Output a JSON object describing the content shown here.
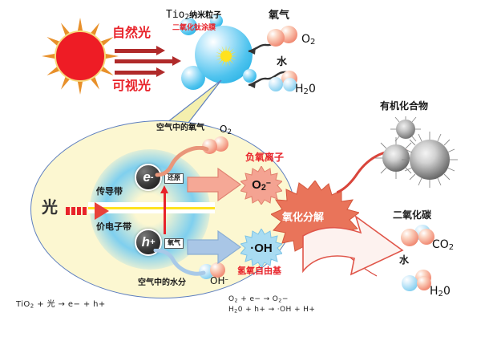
{
  "diagram": {
    "title_alt": "TiO2 photocatalysis diagram",
    "sunlight": {
      "natural_light": "自然光",
      "visible_light": "可视光"
    },
    "particle": {
      "formula_main": "Tio",
      "formula_sub": "2",
      "formula_suffix": "纳米粒子",
      "coating": "二氧化钛涂膜"
    },
    "inputs": [
      {
        "cn": "氧气",
        "formula_main": "O",
        "formula_sub": "2"
      },
      {
        "cn": "水",
        "formula_main": "H",
        "formula_sub": "2",
        "formula_tail": "0"
      }
    ],
    "oval": {
      "light_label": "光",
      "conduction_band": "传导带",
      "valence_band": "价电子带",
      "electron": "e",
      "electron_sup": "-",
      "hole": "h",
      "hole_sup": "+",
      "reduction_box": "还原",
      "oxygen_box": "氧气",
      "air_oxygen": "空气中的氧气",
      "air_oxygen_formula_main": "O",
      "air_oxygen_formula_sub": "2",
      "air_moisture": "空气中的水分",
      "air_moisture_formula_main": "OH",
      "air_moisture_formula_sup": "–"
    },
    "products_radicals": {
      "superoxide_label": "负氧离子",
      "superoxide_formula_main": "O",
      "superoxide_formula_sub": "2",
      "superoxide_formula_sup": "–",
      "hydroxyl_formula": "·OH",
      "hydroxyl_label": "氢氧自由基"
    },
    "oxidation_burst": "氧化分解",
    "organic": {
      "label": "有机化合物"
    },
    "outputs": [
      {
        "cn": "二氧化碳",
        "formula_main": "CO",
        "formula_sub": "2"
      },
      {
        "cn": "水",
        "formula_main": "H",
        "formula_sub": "2",
        "formula_tail": "0"
      }
    ],
    "equations": {
      "left": "TiO2 + 光 → e− + h+",
      "left_parts": {
        "a": "TiO",
        "a_sub": "2",
        "b": " + 光 → e− + h+"
      },
      "bottom_1_a": "O",
      "bottom_1_sub": "2",
      "bottom_1_b": " + e−  →  O",
      "bottom_1_sub2": "2",
      "bottom_1_c": "−",
      "bottom_2_a": "H",
      "bottom_2_sub": "2",
      "bottom_2_b": "0 + h+  →  ·OH + H+"
    },
    "colors": {
      "sun_disk": "#EE1C25",
      "sun_rays": "#E8902A",
      "oval_fill": "#FCF7D1",
      "oval_stroke": "#5E7FBF",
      "band_line": "#FFE21F",
      "red_text": "#E8232A",
      "sphere_blue": "#4EC3EE",
      "oxygen_atom": "#F2907A",
      "hydrogen_atom": "#8FD3F1",
      "burst_pink": "#F4A392",
      "burst_blue": "#A9DCF2",
      "oxidation_orange": "#E9745A",
      "arrow_outline": "#E0564A"
    }
  }
}
